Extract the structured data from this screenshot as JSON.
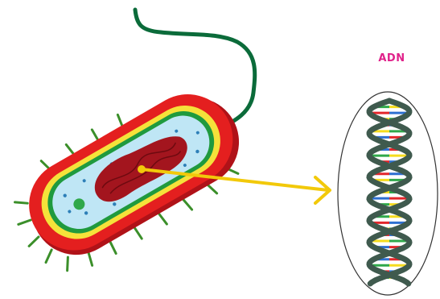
{
  "labels": {
    "dna": "ADN"
  },
  "colors": {
    "label": "#e0218a",
    "capsule": "#e41f1f",
    "capsule_dark": "#b01218",
    "wall_yellow": "#f5e23a",
    "membrane_green": "#1f9a3e",
    "cytoplasm": "#bfe6f5",
    "nucleoid": "#a3151e",
    "flagellum": "#0b6b3a",
    "pili": "#3b8f2a",
    "arrow": "#f2c90a",
    "helix_backbone": "#3f5a4e",
    "base_red": "#e2262b",
    "base_yellow": "#f5dc1e",
    "base_blue": "#2d6fd0",
    "base_green": "#2fa84a"
  },
  "icons": {
    "cell": "bacterium-cell-illustration",
    "dna": "double-helix-illustration"
  }
}
